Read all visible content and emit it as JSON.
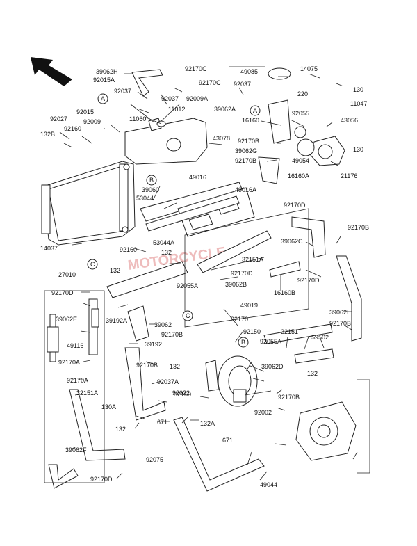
{
  "watermark": "MOTORCYCLE",
  "callouts": [
    "A",
    "B",
    "C",
    "A",
    "B",
    "C"
  ],
  "labels": [
    "39062H",
    "92170C",
    "92015A",
    "92170C",
    "92037",
    "92037",
    "92009A",
    "11012",
    "11060",
    "92015",
    "92009",
    "92027",
    "92160",
    "132B",
    "43078",
    "39060",
    "49016",
    "53044",
    "14037",
    "92160",
    "27010",
    "53044A",
    "132",
    "132",
    "92055A",
    "49016A",
    "49085",
    "14075",
    "92037",
    "39062A",
    "220",
    "130",
    "11047",
    "16160",
    "92055",
    "43056",
    "92170B",
    "39062G",
    "92170B",
    "49054",
    "130",
    "16160A",
    "21176",
    "92170D",
    "39062C",
    "92170B",
    "32151A",
    "92170D",
    "39062B",
    "92170D",
    "49019",
    "16160B",
    "92170",
    "39062I",
    "92170B",
    "92170D",
    "39062E",
    "49116",
    "92170A",
    "92170A",
    "32151A",
    "39062F",
    "92170D",
    "39192A",
    "39062",
    "92170B",
    "39192",
    "92170B",
    "92022",
    "130A",
    "132",
    "671",
    "92037A",
    "92075",
    "92150",
    "92055A",
    "32151",
    "59502",
    "39062D",
    "132",
    "132",
    "92170B",
    "32150",
    "132A",
    "92002",
    "671",
    "49044"
  ]
}
